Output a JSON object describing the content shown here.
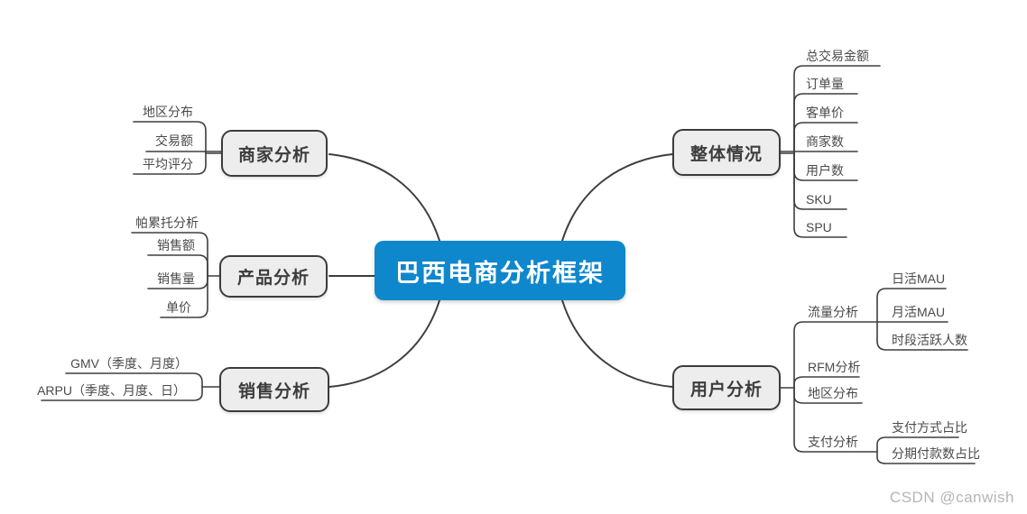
{
  "title": "巴西电商分析框架",
  "watermark": "CSDN @canwish",
  "theme": {
    "center_bg": "#0e87cd",
    "center_text": "#ffffff",
    "node_bg": "#ededed",
    "node_border": "#3c3c3c",
    "node_text": "#3c3c3c",
    "line": "#3e3e3e",
    "label_text": "#4a4a4a",
    "watermark_text": "#b5b5b5"
  },
  "branches": [
    {
      "label": "商家分析",
      "children": [
        {
          "label": "地区分布"
        },
        {
          "label": "交易额"
        },
        {
          "label": "平均评分"
        }
      ]
    },
    {
      "label": "产品分析",
      "children": [
        {
          "label": "帕累托分析"
        },
        {
          "label": "销售额"
        },
        {
          "label": "销售量"
        },
        {
          "label": "单价"
        }
      ]
    },
    {
      "label": "销售分析",
      "children": [
        {
          "label": "GMV（季度、月度）"
        },
        {
          "label": "ARPU（季度、月度、日）"
        }
      ]
    },
    {
      "label": "整体情况",
      "children": [
        {
          "label": "总交易金额"
        },
        {
          "label": "订单量"
        },
        {
          "label": "客单价"
        },
        {
          "label": "商家数"
        },
        {
          "label": "用户数"
        },
        {
          "label": "SKU"
        },
        {
          "label": "SPU"
        }
      ]
    },
    {
      "label": "用户分析",
      "children": [
        {
          "label": "流量分析",
          "children": [
            {
              "label": "日活MAU"
            },
            {
              "label": "月活MAU"
            },
            {
              "label": "时段活跃人数"
            }
          ]
        },
        {
          "label": "RFM分析"
        },
        {
          "label": "地区分布"
        },
        {
          "label": "支付分析",
          "children": [
            {
              "label": "支付方式占比"
            },
            {
              "label": "分期付款数占比"
            }
          ]
        }
      ]
    }
  ]
}
